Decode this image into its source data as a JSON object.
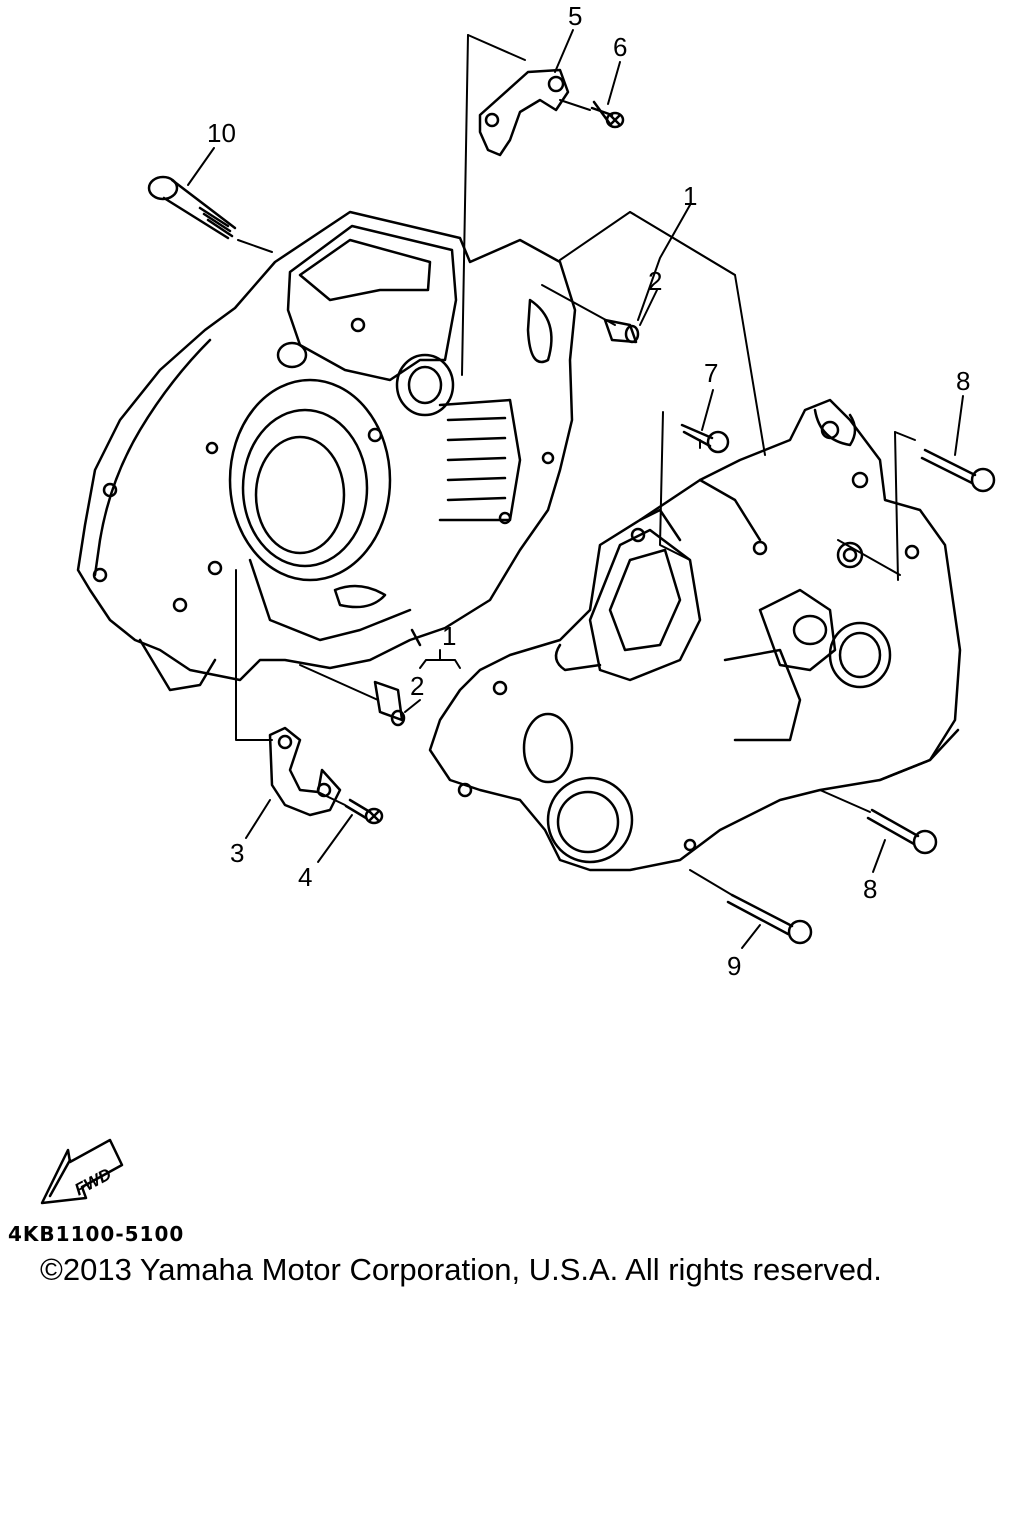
{
  "callouts": {
    "c1_top": "1",
    "c2_top": "2",
    "c5": "5",
    "c6": "6",
    "c10": "10",
    "c7": "7",
    "c8_top": "8",
    "c1_mid": "1",
    "c2_mid": "2",
    "c3": "3",
    "c4": "4",
    "c8_bottom": "8",
    "c9": "9"
  },
  "fwd_label": "FWD",
  "diagram_code": "4KB1100-5100",
  "copyright": "©2013 Yamaha Motor Corporation, U.S.A. All rights reserved.",
  "icons": [
    "fwd-arrow-icon"
  ]
}
